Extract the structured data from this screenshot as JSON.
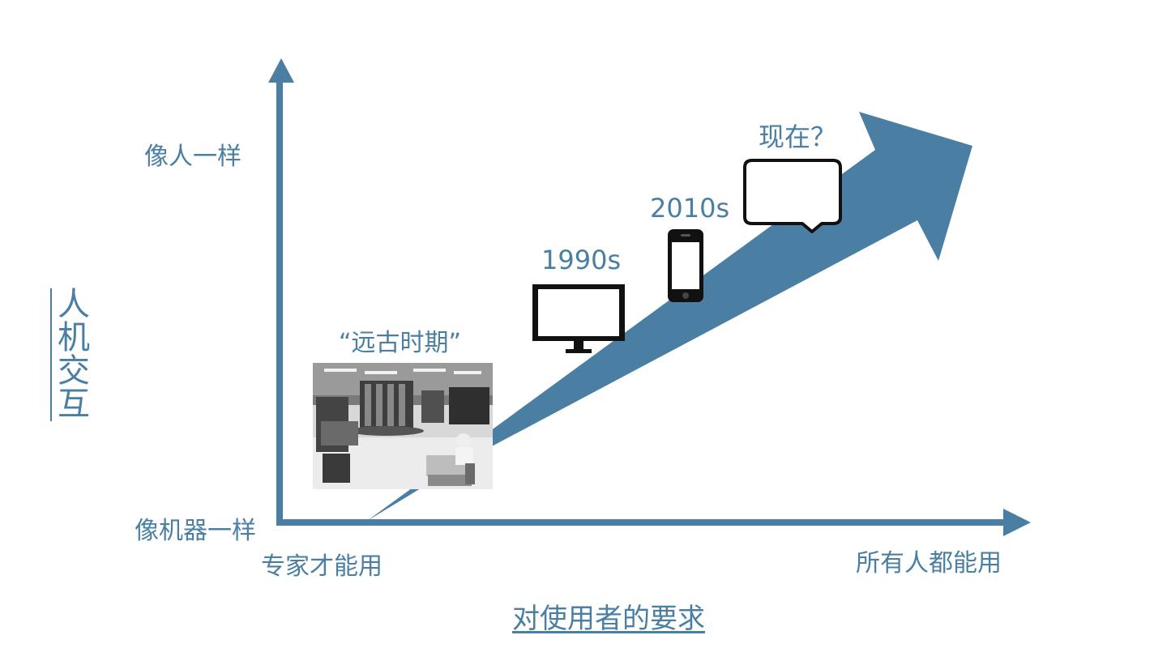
{
  "axes": {
    "y_high": "像人一样",
    "y_low": "像机器一样",
    "y_title": [
      "人",
      "机",
      "交",
      "互"
    ],
    "x_low": "专家才能用",
    "x_high": "所有人都能用",
    "x_title": "对使用者的要求"
  },
  "eras": {
    "ancient": "“远古时期”",
    "e1990": "1990s",
    "e2010": "2010s",
    "now": "现在？"
  },
  "colors": {
    "accent": "#4a7fa3",
    "device": "#111111"
  },
  "icons": {
    "mainframe": "mainframe-photo-icon",
    "monitor": "monitor-icon",
    "phone": "smartphone-icon",
    "bubble": "speech-bubble-icon"
  }
}
